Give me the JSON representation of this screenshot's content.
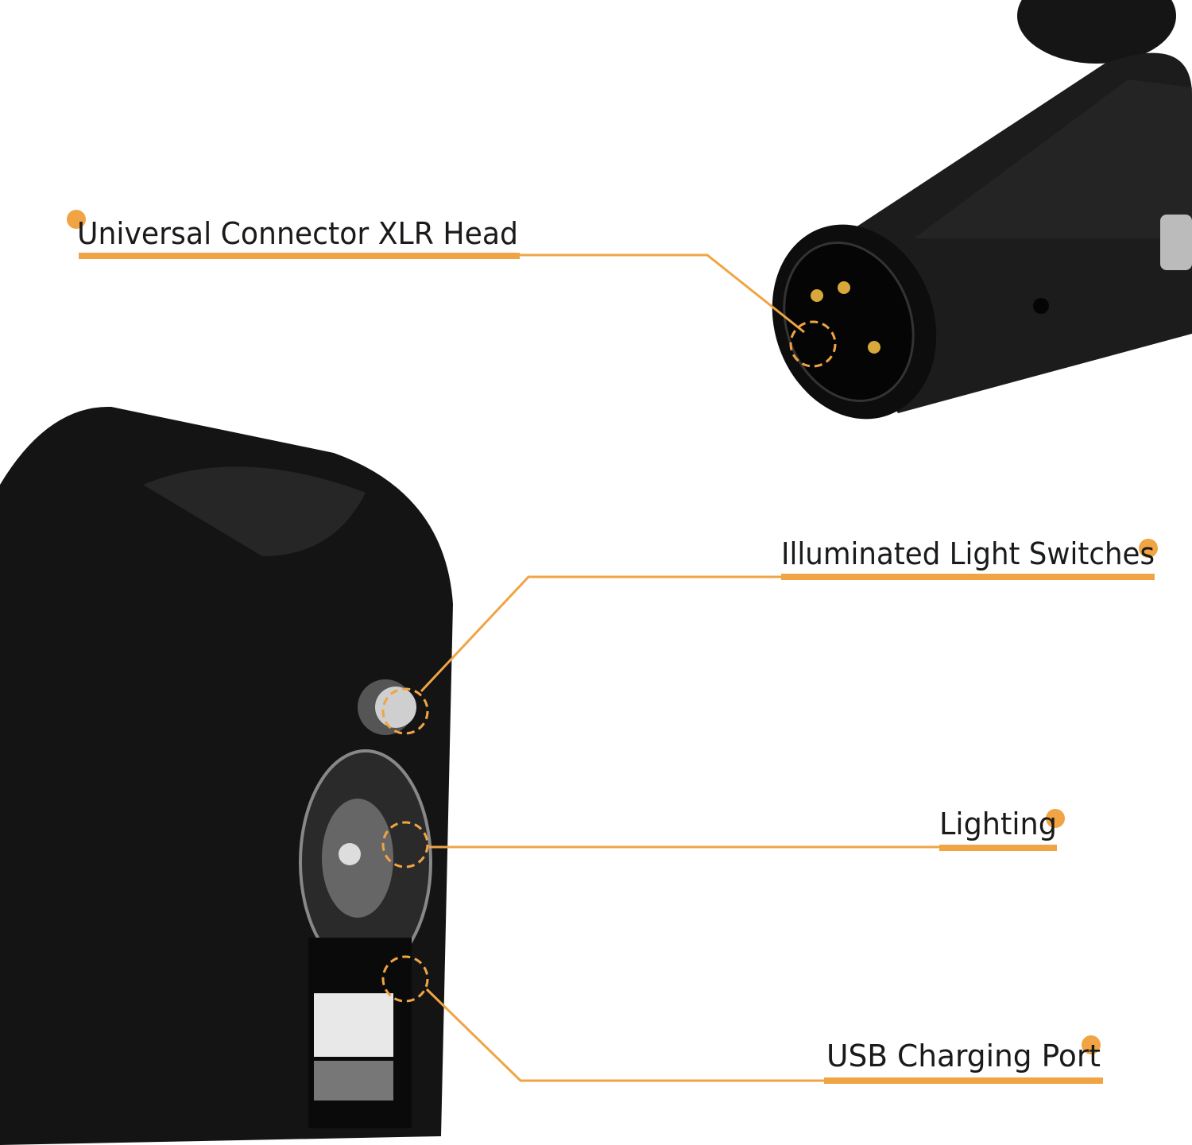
{
  "accent_color": "#f0a444",
  "callouts": [
    {
      "label": "Universal Connector XLR Head"
    },
    {
      "label": "Illuminated Light Switches"
    },
    {
      "label": "Lighting"
    },
    {
      "label": "USB Charging Port"
    }
  ]
}
